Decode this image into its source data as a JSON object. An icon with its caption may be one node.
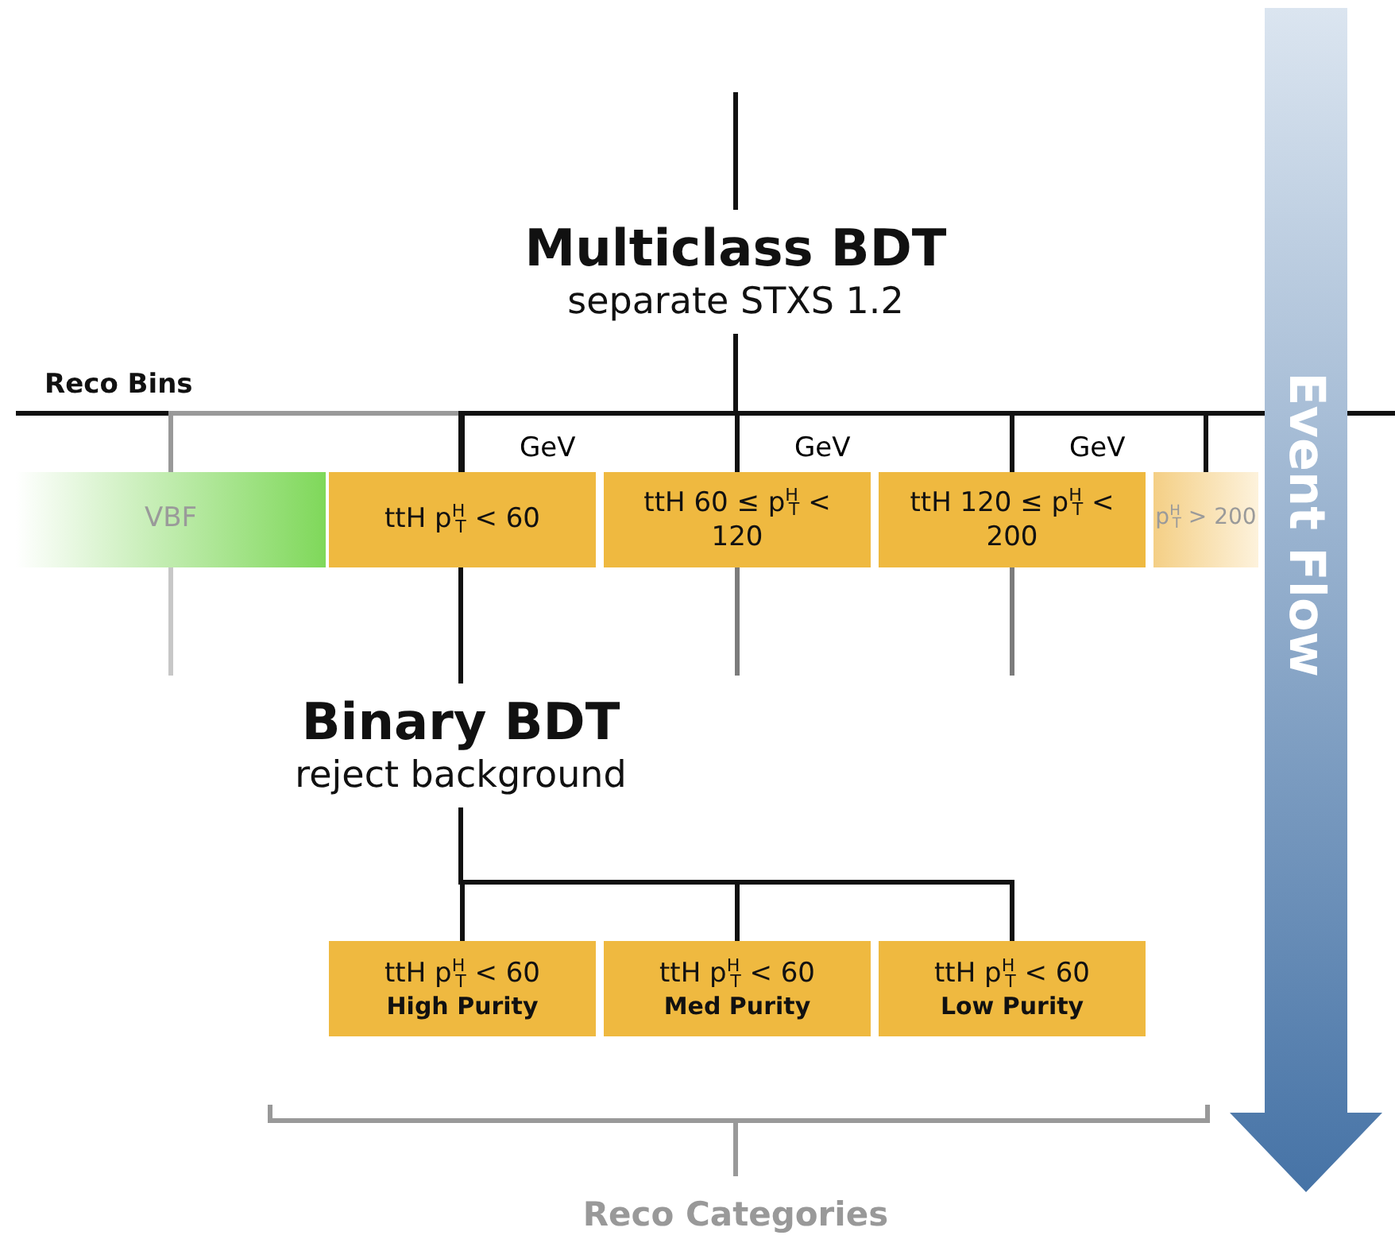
{
  "diagram": {
    "nodes": [
      {
        "text": [
          "Multiclass BDT",
          "separate STXS 1.2"
        ]
      },
      {
        "text": [
          "VBF"
        ]
      },
      {
        "text": [
          "ttH p$^{H}$$_{T}$ < 60"
        ],
        "beside": [
          "GeV"
        ]
      },
      {
        "text": [
          "ttH 60 ≤ p$^{H}$$_{T}$ < 120"
        ],
        "beside": [
          "GeV"
        ]
      },
      {
        "text": [
          "ttH 120 ≤ p$^{H}$$_{T}$ < 200"
        ],
        "beside": [
          "GeV"
        ]
      },
      {
        "text": [
          "p$^{H}$$_{T}$ > 200"
        ]
      },
      {
        "text": [
          "Binary BDT",
          "reject background"
        ]
      },
      {
        "text": [
          "ttH p$^{H}$$_{T}$ < 60",
          "High Purity"
        ]
      },
      {
        "text": [
          "ttH p$^{H}$$_{T}$ < 60",
          "Med Purity"
        ]
      },
      {
        "text": [
          "ttH p$^{H}$$_{T}$ < 60",
          "Low Purity"
        ]
      }
    ],
    "edges": [
      {
        "from": null,
        "to": 0,
        "arrow": "none"
      },
      {
        "from": 0,
        "to": 1,
        "arrow": "none",
        "color": "#999999"
      },
      {
        "from": 0,
        "to": 2,
        "arrow": "none"
      },
      {
        "from": 0,
        "to": 3,
        "arrow": "none"
      },
      {
        "from": 0,
        "to": 4,
        "arrow": "none"
      },
      {
        "from": 0,
        "to": 5,
        "arrow": "none"
      },
      {
        "from": 1,
        "to": null,
        "arrow": "none",
        "color": "#999999"
      },
      {
        "from": 2,
        "to": 6,
        "arrow": "none"
      },
      {
        "from": 3,
        "to": null,
        "arrow": "none"
      },
      {
        "from": 4,
        "to": null,
        "arrow": "none"
      },
      {
        "from": 6,
        "to": 7,
        "arrow": "none"
      },
      {
        "from": 6,
        "to": 8,
        "arrow": "none"
      },
      {
        "from": 6,
        "to": 9,
        "arrow": "none"
      }
    ],
    "labels": [
      "Reco Bins",
      "Event Flow",
      "Reco Categories"
    ]
  }
}
